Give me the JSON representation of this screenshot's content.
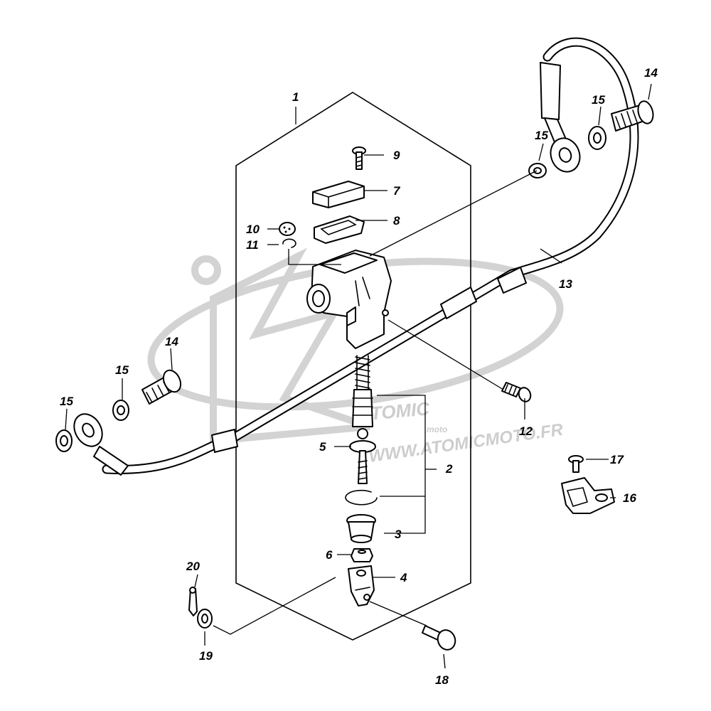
{
  "watermark": {
    "logo_text": "ATOMIC",
    "logo_sub": "moto",
    "url_text": "WWW.ATOMICMOTO.FR"
  },
  "colors": {
    "line": "#000000",
    "watermark": "#cccccc",
    "background": "#ffffff"
  },
  "callouts": [
    {
      "id": "1",
      "text": "1"
    },
    {
      "id": "2",
      "text": "2"
    },
    {
      "id": "3",
      "text": "3"
    },
    {
      "id": "4",
      "text": "4"
    },
    {
      "id": "5",
      "text": "5"
    },
    {
      "id": "6",
      "text": "6"
    },
    {
      "id": "7",
      "text": "7"
    },
    {
      "id": "8",
      "text": "8"
    },
    {
      "id": "9",
      "text": "9"
    },
    {
      "id": "10",
      "text": "10"
    },
    {
      "id": "11",
      "text": "11"
    },
    {
      "id": "12",
      "text": "12"
    },
    {
      "id": "13",
      "text": "13"
    },
    {
      "id": "14a",
      "text": "14"
    },
    {
      "id": "14b",
      "text": "14"
    },
    {
      "id": "15a",
      "text": "15"
    },
    {
      "id": "15b",
      "text": "15"
    },
    {
      "id": "15c",
      "text": "15"
    },
    {
      "id": "15d",
      "text": "15"
    },
    {
      "id": "16",
      "text": "16"
    },
    {
      "id": "17",
      "text": "17"
    },
    {
      "id": "18",
      "text": "18"
    },
    {
      "id": "19",
      "text": "19"
    },
    {
      "id": "20",
      "text": "20"
    }
  ]
}
